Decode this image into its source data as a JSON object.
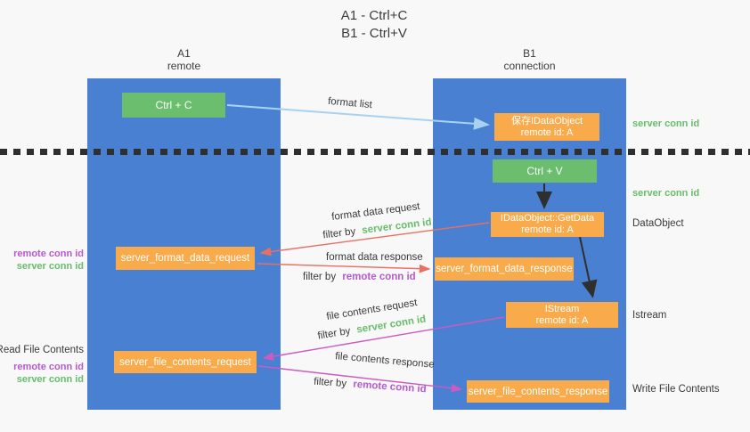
{
  "title": {
    "line1": "A1 - Ctrl+C",
    "line2": "B1 - Ctrl+V"
  },
  "lifelines": {
    "left": {
      "name": "A1",
      "role": "remote"
    },
    "right": {
      "name": "B1",
      "role": "connection"
    }
  },
  "nodes": {
    "ctrl_c": {
      "label": "Ctrl + C"
    },
    "ctrl_v": {
      "label": "Ctrl + V"
    },
    "save_dataobject": {
      "line1": "保存IDataObject",
      "line2": "remote id: A"
    },
    "getdata": {
      "line1": "IDataObject::GetData",
      "line2": "remote id: A"
    },
    "istream": {
      "line1": "IStream",
      "line2": "remote id: A"
    },
    "format_request": {
      "label": "server_format_data_request"
    },
    "format_response": {
      "label": "server_format_data_response"
    },
    "file_request": {
      "label": "server_file_contents_request"
    },
    "file_response": {
      "label": "server_file_contents_response"
    }
  },
  "edge_labels": {
    "format_list": "format list",
    "format_data_request": "format data request",
    "format_data_response": "format data response",
    "file_contents_request": "file contents request",
    "file_contents_response": "file contents response",
    "filter_by": "filter by",
    "server_conn_id": "server conn id",
    "remote_conn_id": "remote conn id"
  },
  "annotations": {
    "right": {
      "server_conn_id_1": "server conn id",
      "server_conn_id_2": "server conn id",
      "dataobject": "DataObject",
      "istream": "Istream",
      "write_file_contents": "Write File Contents"
    },
    "left": {
      "remote_conn_id_1": "remote conn id",
      "server_conn_id_1": "server conn id",
      "read_file_contents": "Read File Contents",
      "remote_conn_id_2": "remote conn id",
      "server_conn_id_2": "server conn id"
    }
  },
  "colors": {
    "background": "#f8f8f8",
    "column_blue": "#4a80d2",
    "box_green": "#6abe6d",
    "box_orange": "#f9ab4b",
    "arrow_light_blue": "#a8d3f0",
    "arrow_red": "#e96f61",
    "arrow_magenta": "#cb5ac1",
    "arrow_black": "#2f2f2f",
    "text_green": "#67bd6b",
    "text_purple": "#b65ace",
    "text_dark": "#3a3a3a"
  }
}
